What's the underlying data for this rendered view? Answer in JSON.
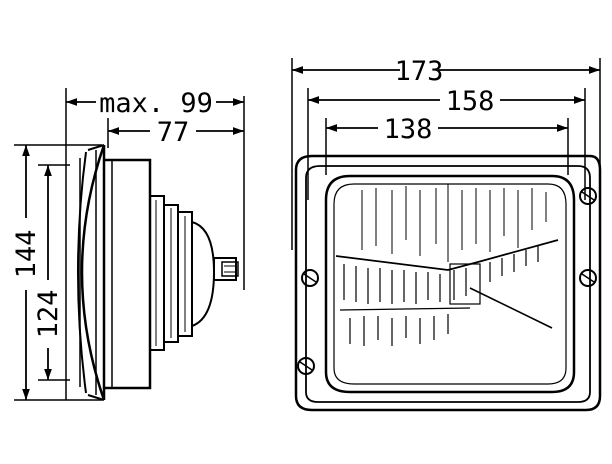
{
  "dimensions": {
    "max_depth": "max. 99",
    "depth": "77",
    "outer_width": "173",
    "mid_width": "158",
    "inner_width": "138",
    "outer_height": "144",
    "inner_height": "124"
  }
}
